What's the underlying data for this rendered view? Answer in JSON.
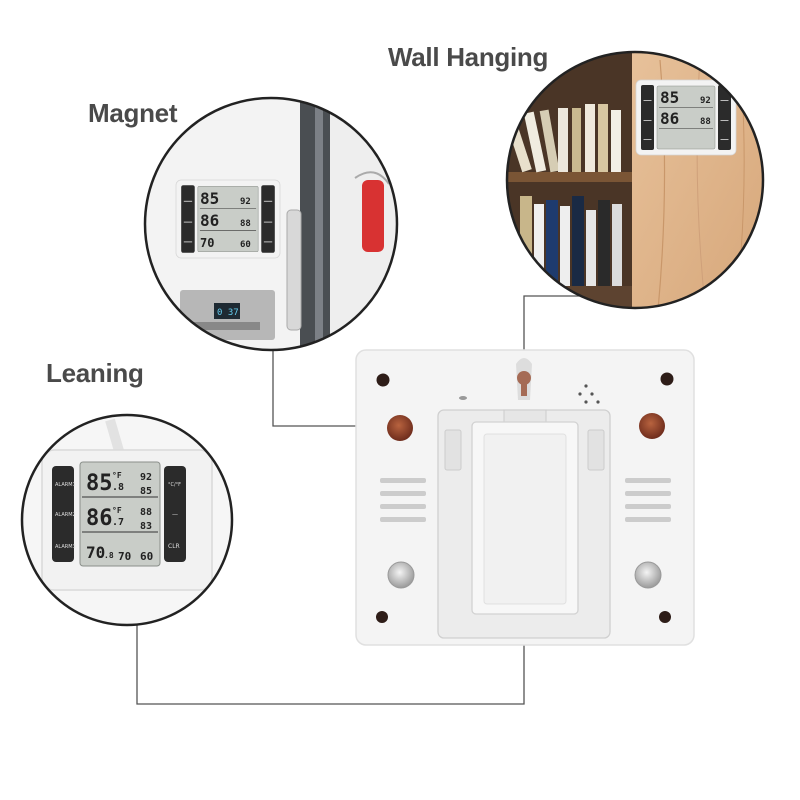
{
  "labels": {
    "wall": "Wall Hanging",
    "magnet": "Magnet",
    "leaning": "Leaning"
  },
  "display": {
    "temp1": "85",
    "temp1_dec": ".8",
    "temp2": "86",
    "temp2_dec": ".7",
    "temp3": "70",
    "temp3_dec": ".8",
    "unit": "°F",
    "max1": "92",
    "min1": "85",
    "max2": "88",
    "min2": "83",
    "max3": "70",
    "min3": "60"
  },
  "buttons": {
    "left": [
      "ALARM1",
      "ALARM2",
      "ALARM3"
    ],
    "right": [
      "°C/°F",
      "—",
      "CLR"
    ]
  },
  "colors": {
    "line": "#555555",
    "device_body": "#f2f2f2",
    "lcd": "#c9cdc8",
    "shelf_wood": "#e0b58c"
  }
}
